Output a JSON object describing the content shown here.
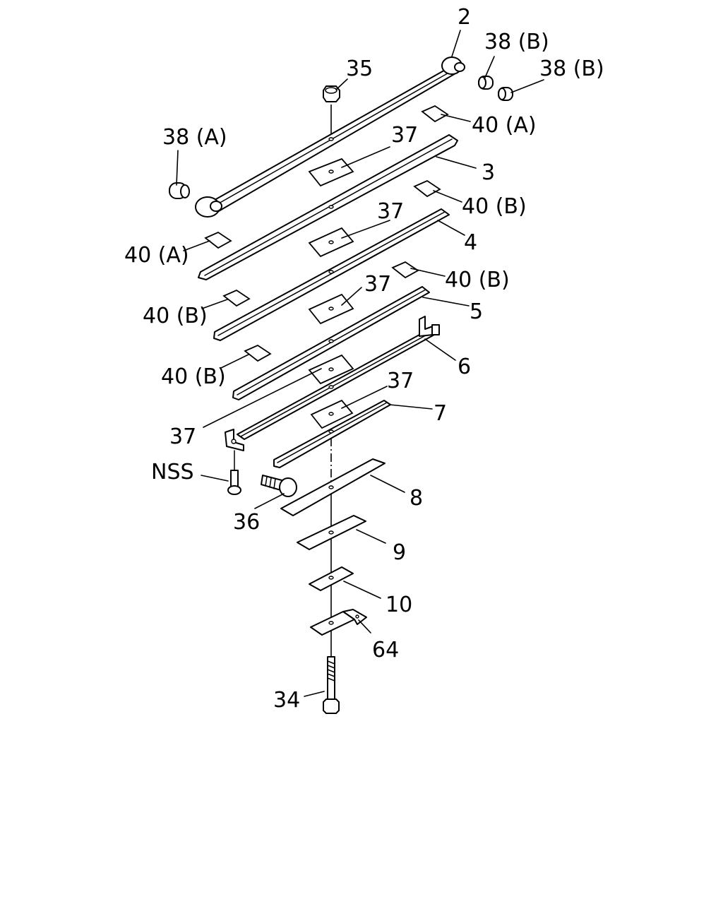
{
  "diagram": {
    "callouts": [
      {
        "id": "2",
        "text": "2"
      },
      {
        "id": "38b1",
        "text": "38 (B)"
      },
      {
        "id": "38b2",
        "text": "38 (B)"
      },
      {
        "id": "35",
        "text": "35"
      },
      {
        "id": "40a1",
        "text": "40 (A)"
      },
      {
        "id": "38a",
        "text": "38 (A)"
      },
      {
        "id": "37a",
        "text": "37"
      },
      {
        "id": "3",
        "text": "3"
      },
      {
        "id": "40b1",
        "text": "40 (B)"
      },
      {
        "id": "37b",
        "text": "37"
      },
      {
        "id": "40a2",
        "text": "40 (A)"
      },
      {
        "id": "4",
        "text": "4"
      },
      {
        "id": "40b2",
        "text": "40 (B)"
      },
      {
        "id": "37c",
        "text": "37"
      },
      {
        "id": "40b3",
        "text": "40 (B)"
      },
      {
        "id": "5",
        "text": "5"
      },
      {
        "id": "40b4",
        "text": "40 (B)"
      },
      {
        "id": "6",
        "text": "6"
      },
      {
        "id": "37d",
        "text": "37"
      },
      {
        "id": "37e",
        "text": "37"
      },
      {
        "id": "7",
        "text": "7"
      },
      {
        "id": "nss",
        "text": "NSS"
      },
      {
        "id": "8",
        "text": "8"
      },
      {
        "id": "36",
        "text": "36"
      },
      {
        "id": "9",
        "text": "9"
      },
      {
        "id": "10",
        "text": "10"
      },
      {
        "id": "64",
        "text": "64"
      },
      {
        "id": "34",
        "text": "34"
      }
    ]
  }
}
